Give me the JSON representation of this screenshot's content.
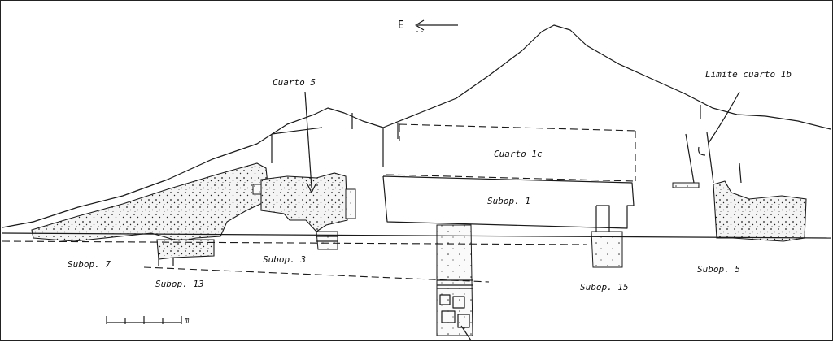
{
  "north": {
    "letter": "E"
  },
  "labels": {
    "cuarto5": "Cuarto 5",
    "limite": "Limite cuarto 1b",
    "cuarto1c": "Cuarto 1c",
    "subop1": "Subop. 1",
    "subop7": "Subop. 7",
    "subop3": "Subop. 3",
    "subop13": "Subop. 13",
    "subop15": "Subop. 15",
    "subop5": "Subop. 5"
  },
  "scale": {
    "label": "m"
  },
  "colors": {
    "ink": "#1a1a1a",
    "paper": "#ffffff"
  }
}
